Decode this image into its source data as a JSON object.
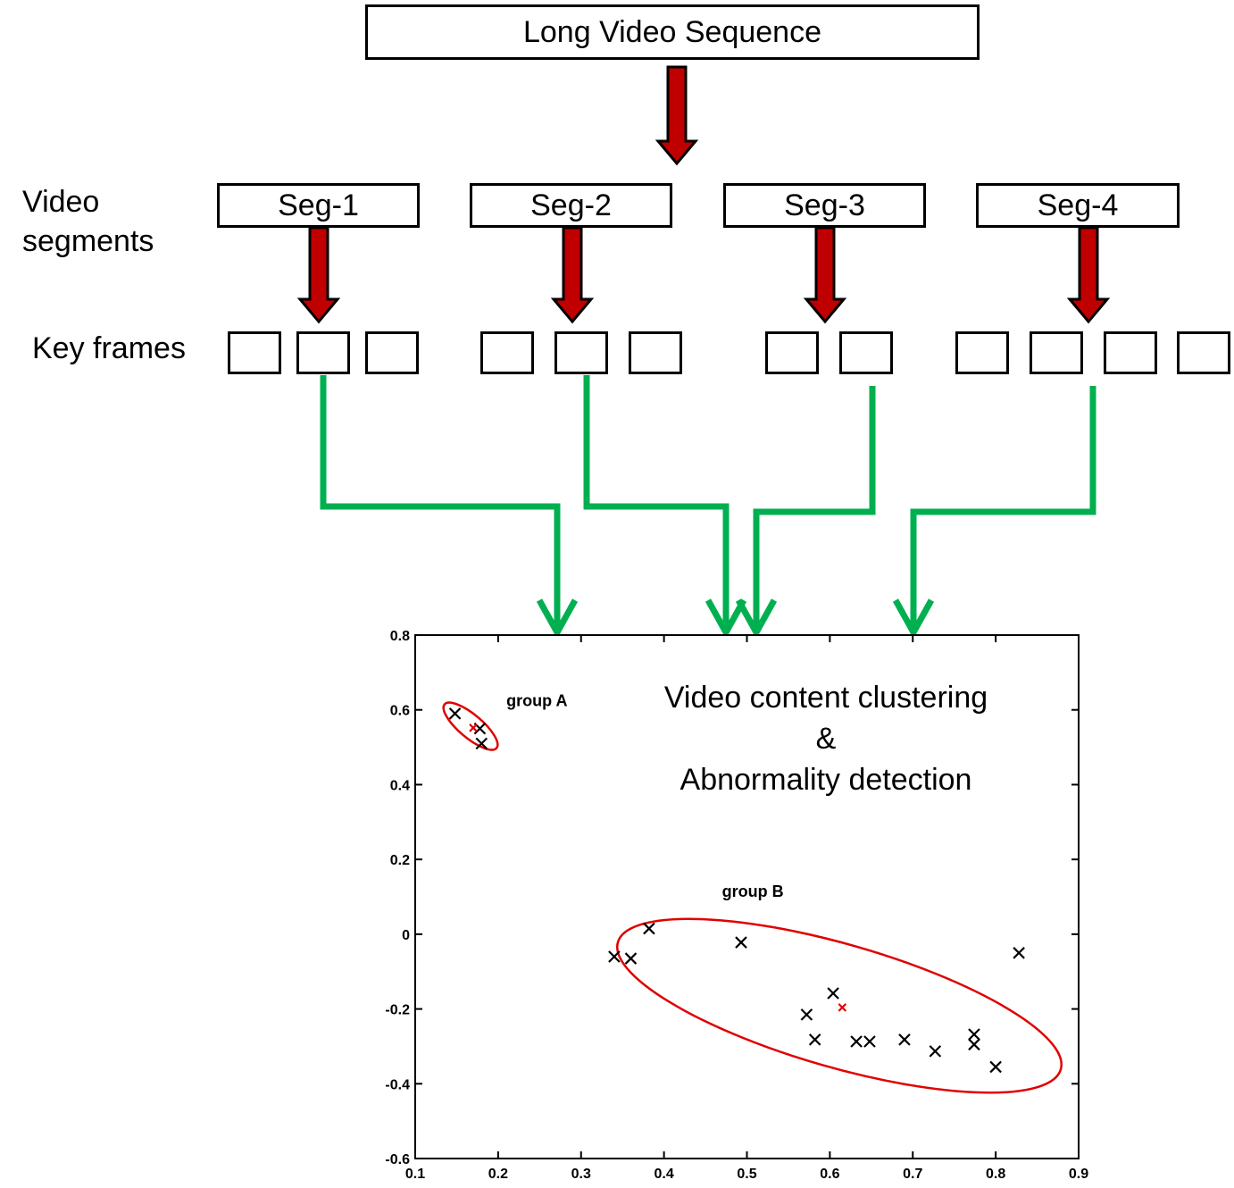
{
  "top_box": {
    "label": "Long Video Sequence"
  },
  "segments_label": [
    "Video",
    "segments"
  ],
  "segments": [
    "Seg-1",
    "Seg-2",
    "Seg-3",
    "Seg-4"
  ],
  "keyframes_label": "Key frames",
  "colors": {
    "red_arrow": "#c00000",
    "green_arrow": "#00b050",
    "ellipse": "#e00000",
    "marker": "#000000",
    "centroid": "#e00000"
  },
  "chart_data": {
    "type": "scatter",
    "title_lines": [
      "Video content clustering",
      "&",
      "Abnormality detection"
    ],
    "xlim": [
      0.1,
      0.9
    ],
    "ylim": [
      -0.6,
      0.8
    ],
    "xticks": [
      "0.1",
      "0.2",
      "0.3",
      "0.4",
      "0.5",
      "0.6",
      "0.7",
      "0.8",
      "0.9"
    ],
    "yticks": [
      "-0.6",
      "-0.4",
      "-0.2",
      "0",
      "0.2",
      "0.4",
      "0.6",
      "0.8"
    ],
    "annotations": [
      {
        "text": "group A",
        "x": 0.21,
        "y": 0.61
      },
      {
        "text": "group B",
        "x": 0.47,
        "y": 0.1
      }
    ],
    "points": [
      {
        "x": 0.148,
        "y": 0.59
      },
      {
        "x": 0.178,
        "y": 0.55
      },
      {
        "x": 0.18,
        "y": 0.51
      },
      {
        "x": 0.34,
        "y": -0.06
      },
      {
        "x": 0.36,
        "y": -0.065
      },
      {
        "x": 0.382,
        "y": 0.015
      },
      {
        "x": 0.493,
        "y": -0.022
      },
      {
        "x": 0.572,
        "y": -0.215
      },
      {
        "x": 0.582,
        "y": -0.282
      },
      {
        "x": 0.604,
        "y": -0.158
      },
      {
        "x": 0.632,
        "y": -0.287
      },
      {
        "x": 0.648,
        "y": -0.287
      },
      {
        "x": 0.69,
        "y": -0.282
      },
      {
        "x": 0.727,
        "y": -0.313
      },
      {
        "x": 0.774,
        "y": -0.268
      },
      {
        "x": 0.774,
        "y": -0.295
      },
      {
        "x": 0.8,
        "y": -0.355
      },
      {
        "x": 0.828,
        "y": -0.05
      }
    ],
    "centroids": [
      {
        "x": 0.17,
        "y": 0.552
      },
      {
        "x": 0.615,
        "y": -0.196
      }
    ]
  }
}
